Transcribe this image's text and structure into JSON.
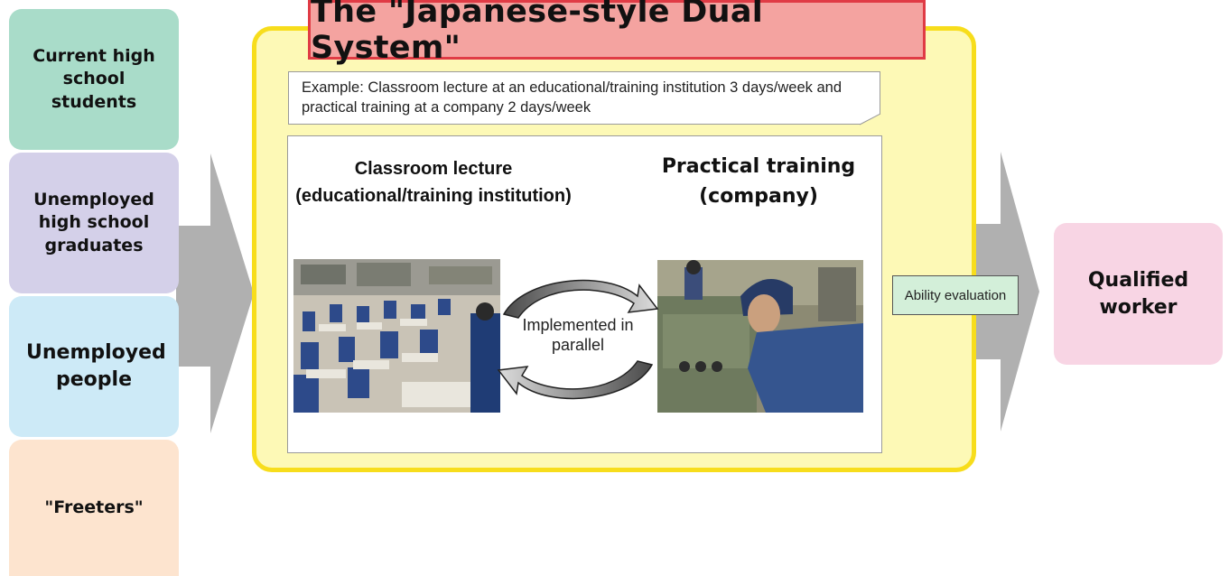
{
  "title": "The \"Japanese-style Dual System\"",
  "example_text": "Example: Classroom lecture at an educational/training institution 3 days/week and practical training at a company 2 days/week",
  "groups": [
    {
      "label": "Current high school students",
      "color": "#a9dcc9"
    },
    {
      "label": "Unemployed high school graduates",
      "color": "#d4d0e9"
    },
    {
      "label": "Unemployed people",
      "color": "#cdeaf7"
    },
    {
      "label": "\"Freeters\"",
      "color": "#fde4cf"
    }
  ],
  "classroom_heading": "Classroom lecture (educational/training institution)",
  "practical_heading": "Practical training (company)",
  "cycle_label": "Implemented in parallel",
  "ability_label": "Ability evaluation",
  "outcome_label": "Qualified worker",
  "colors": {
    "frame_border": "#f7dd1c",
    "frame_fill": "#fdf9b6",
    "title_fill": "#f4a3a0",
    "title_border": "#e03b45",
    "arrow": "#b0b0b0",
    "outcome_fill": "#f8d5e4",
    "ability_fill": "#d3efd9"
  }
}
